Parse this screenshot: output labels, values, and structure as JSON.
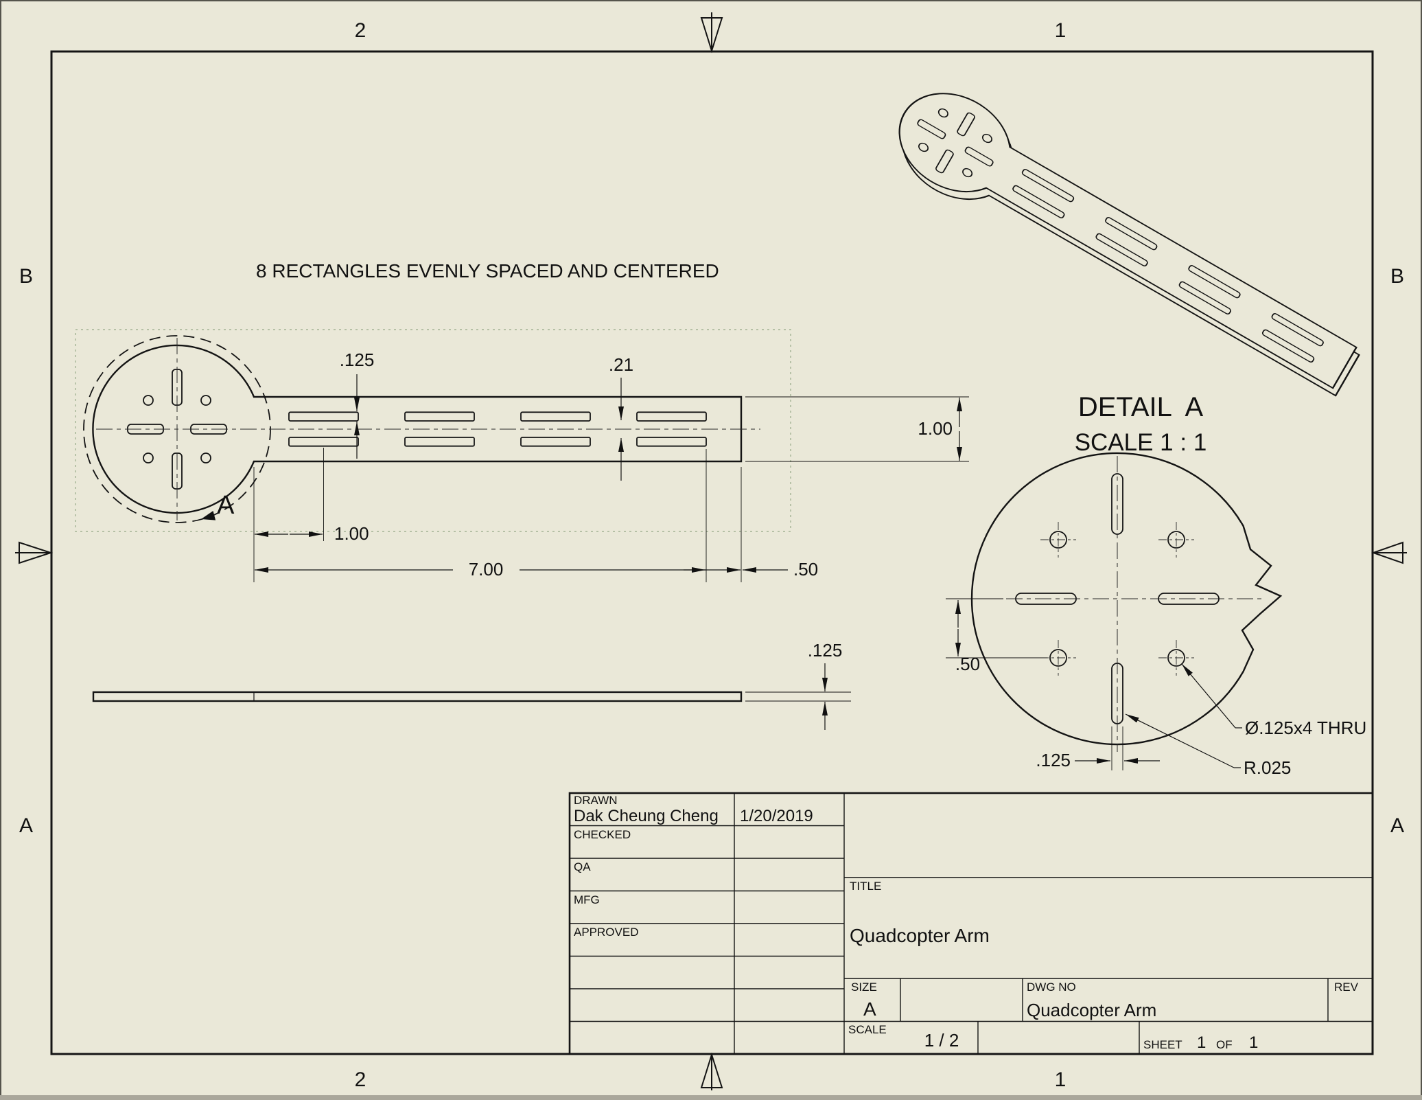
{
  "sheet": {
    "background": "#eae8d8",
    "line_color": "#141414",
    "note": "8 RECTANGLES EVENLY SPACED AND CENTERED"
  },
  "zones": {
    "top_left": "2",
    "top_right": "1",
    "bottom_left": "2",
    "bottom_right": "1",
    "left_top": "B",
    "left_bottom": "A",
    "right_top": "B",
    "right_bottom": "A"
  },
  "front_view": {
    "dim_slot_height": ".125",
    "dim_row_gap": ".21",
    "dim_first_slot": "1.00",
    "dim_length": "7.00",
    "dim_end_gap": ".50",
    "dim_arm_width": "1.00",
    "detail_label": "A"
  },
  "side_view": {
    "dim_thickness": ".125"
  },
  "detail_view": {
    "title": "DETAIL  A",
    "scale": "SCALE 1 : 1",
    "dim_hole_offset": ".50",
    "dim_slot_width": ".125",
    "hole_callout": "Ø.125x4 THRU",
    "radius_callout": "R.025"
  },
  "title_block": {
    "drawn_label": "DRAWN",
    "drawn_name": "Dak Cheung Cheng",
    "drawn_date": "1/20/2019",
    "checked_label": "CHECKED",
    "qa_label": "QA",
    "mfg_label": "MFG",
    "approved_label": "APPROVED",
    "title_label": "TITLE",
    "title_value": "Quadcopter Arm",
    "size_label": "SIZE",
    "size_value": "A",
    "dwg_no_label": "DWG NO",
    "dwg_no_value": "Quadcopter Arm",
    "rev_label": "REV",
    "scale_label": "SCALE",
    "scale_value": "1 / 2",
    "sheet_label": "SHEET",
    "sheet_number": "1",
    "of_label": "OF",
    "sheet_total": "1"
  }
}
